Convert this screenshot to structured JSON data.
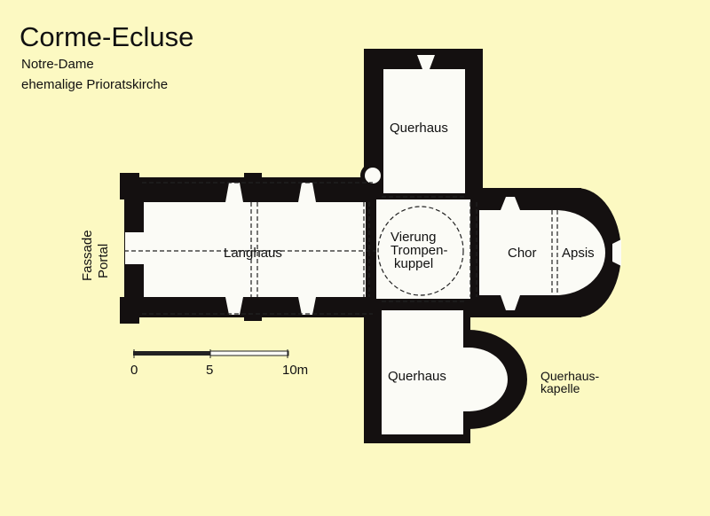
{
  "header": {
    "title": "Corme-Ecluse",
    "subtitle": "Notre-Dame",
    "description": "ehemalige Prioratskirche"
  },
  "plan_labels": {
    "nave": "Langhaus",
    "north_transept": "Querhaus",
    "south_transept": "Querhaus",
    "crossing_line1": "Vierung",
    "crossing_line2": "Trompen-",
    "crossing_line3": "kuppel",
    "choir": "Chor",
    "apse": "Apsis",
    "chapel_line1": "Querhaus-",
    "chapel_line2": "kapelle",
    "facade_line1": "Fassade",
    "facade_line2": "Portal"
  },
  "scale_bar": {
    "ticks": [
      "0",
      "5",
      "10m"
    ]
  },
  "colors": {
    "background": "#fcf9c2",
    "wall": "#141010",
    "floor": "#fbfbf6"
  }
}
